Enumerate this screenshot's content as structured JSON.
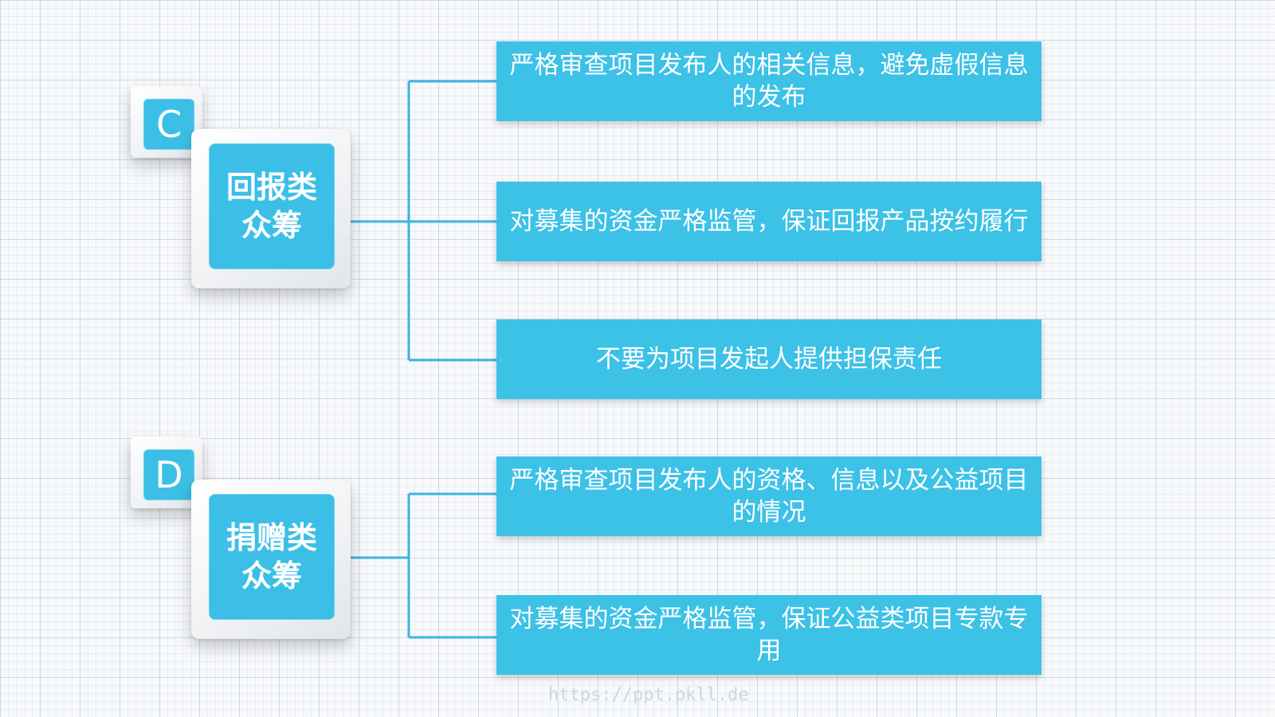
{
  "groups": [
    {
      "letter": "C",
      "title_line1": "回报类",
      "title_line2": "众筹",
      "items": [
        "严格审查项目发布人的相关信息，避免虚假信息的发布",
        "对募集的资金严格监管，保证回报产品按约履行",
        "不要为项目发起人提供担保责任"
      ]
    },
    {
      "letter": "D",
      "title_line1": "捐赠类",
      "title_line2": "众筹",
      "items": [
        "严格审查项目发布人的资格、信息以及公益项目的情况",
        "对募集的资金严格监管，保证公益类项目专款专用"
      ]
    }
  ],
  "watermark": "https://ppt.pkll.de",
  "colors": {
    "accent": "#3bbfe6",
    "connector": "#3bb5dd",
    "text": "#ffffff"
  }
}
